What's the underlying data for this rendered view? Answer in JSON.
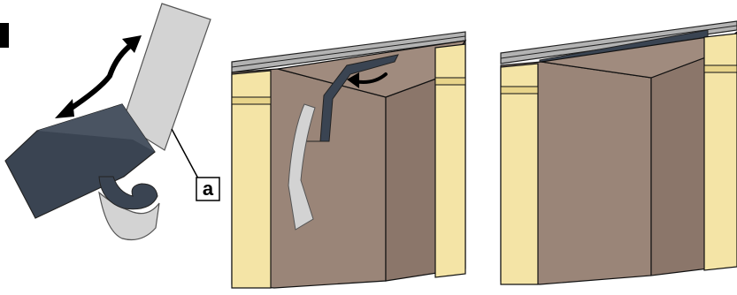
{
  "figure": {
    "callout_label": "a",
    "colors": {
      "tape_dark": "#3a4452",
      "tape_light": "#d3d3d3",
      "cabinet_wall": "#9a8578",
      "cabinet_shadow": "#8b766a",
      "door_panel": "#f4e4a6",
      "door_edge": "#e8d48a",
      "ceiling_trim": "#b3b3b3",
      "outline": "#111111",
      "arrow": "#000000"
    },
    "panels": [
      {
        "name": "tape-fold-detail",
        "icon": "folded-tape-icon"
      },
      {
        "name": "install-tape-step",
        "icon": "cabinet-interior-icon"
      },
      {
        "name": "tape-installed-result",
        "icon": "cabinet-interior-icon"
      }
    ]
  }
}
